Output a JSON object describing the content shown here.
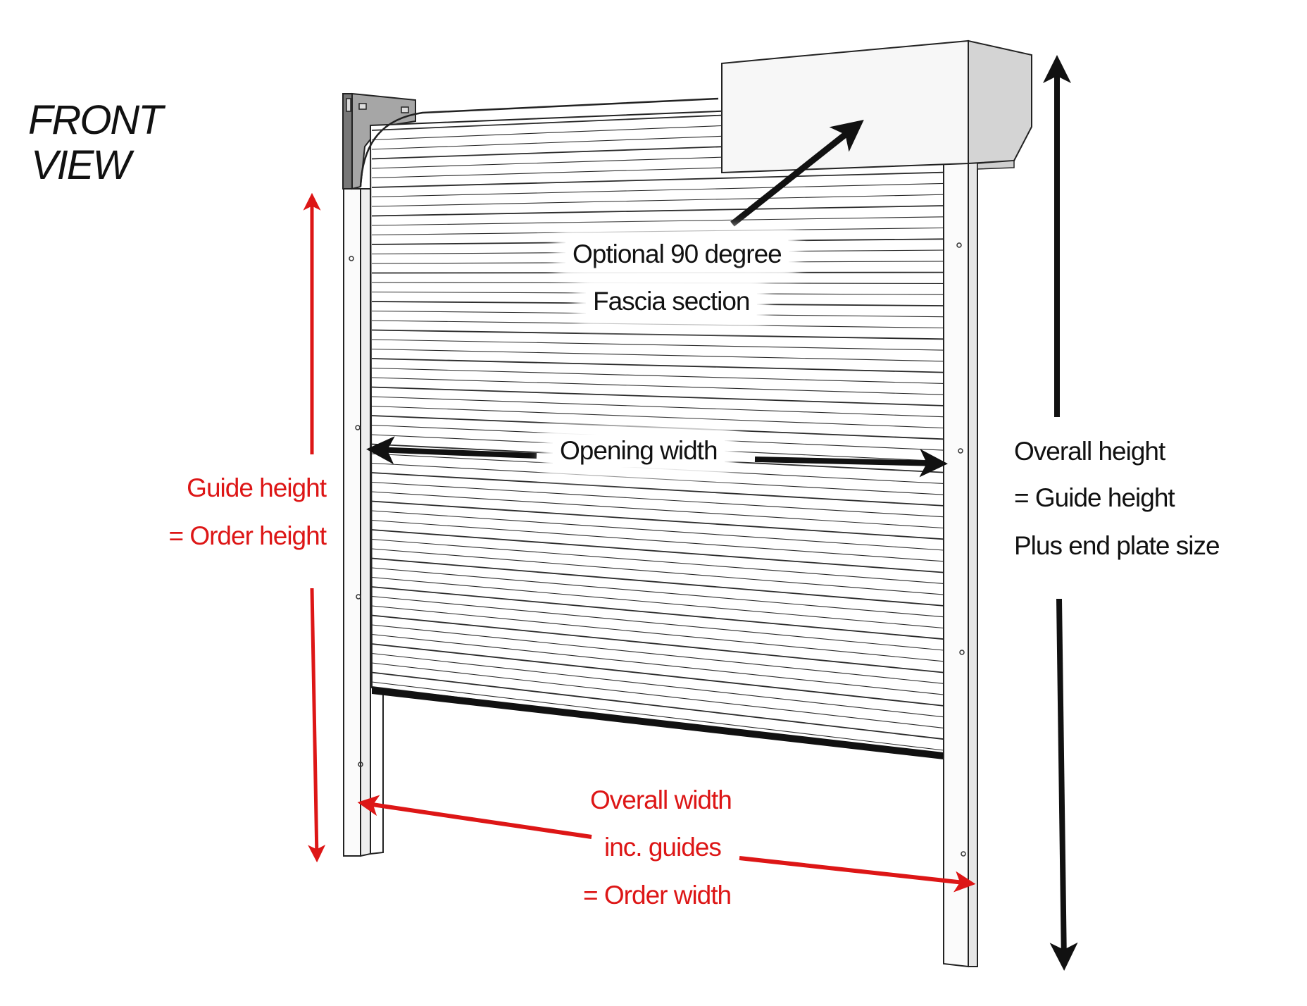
{
  "title": {
    "line1": "FRONT",
    "line2": "VIEW"
  },
  "labels": {
    "fascia": {
      "line1": "Optional 90 degree",
      "line2": "Fascia section"
    },
    "opening_width": "Opening width",
    "overall_height": {
      "line1": "Overall height",
      "line2": "= Guide height",
      "line3": "Plus end plate size"
    },
    "guide_height": {
      "line1": "Guide height",
      "line2": "= Order height"
    },
    "overall_width": {
      "line1": "Overall width",
      "line2": "inc. guides",
      "line3": "= Order width"
    }
  },
  "colors": {
    "black_annotation": "#111111",
    "red_annotation": "#dd1616",
    "shutter_lines": "#2a2a2a",
    "box_fill": "#f4f4f4",
    "box_side": "#d4d4d4",
    "bracket": "#9a9a9a"
  }
}
